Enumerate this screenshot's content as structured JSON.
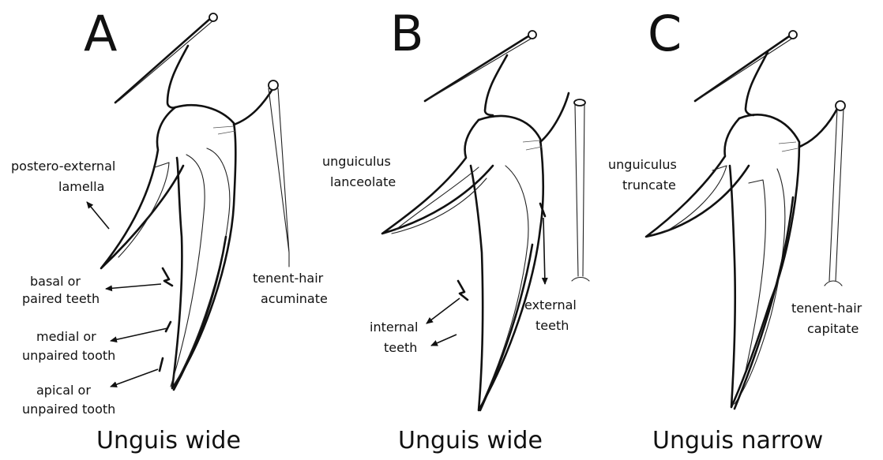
{
  "panels": [
    {
      "letter": "A",
      "caption": "Unguis wide",
      "labels": {
        "lamella_1": "postero-external",
        "lamella_2": "lamella",
        "basal_1": "basal or",
        "basal_2": "paired teeth",
        "medial_1": "medial or",
        "medial_2": "unpaired tooth",
        "apical_1": "apical or",
        "apical_2": "unpaired tooth",
        "tenent_1": "tenent-hair",
        "tenent_2": "acuminate"
      }
    },
    {
      "letter": "B",
      "caption": "Unguis wide",
      "labels": {
        "unguiculus_1": "unguiculus",
        "unguiculus_2": "lanceolate",
        "internal_1": "internal",
        "internal_2": "teeth",
        "external_1": "external",
        "external_2": "teeth"
      }
    },
    {
      "letter": "C",
      "caption": "Unguis narrow",
      "labels": {
        "unguiculus_1": "unguiculus",
        "unguiculus_2": "truncate",
        "tenent_1": "tenent-hair",
        "tenent_2": "capitate"
      }
    }
  ],
  "colors": {
    "ink": "#111111",
    "background": "#ffffff"
  }
}
